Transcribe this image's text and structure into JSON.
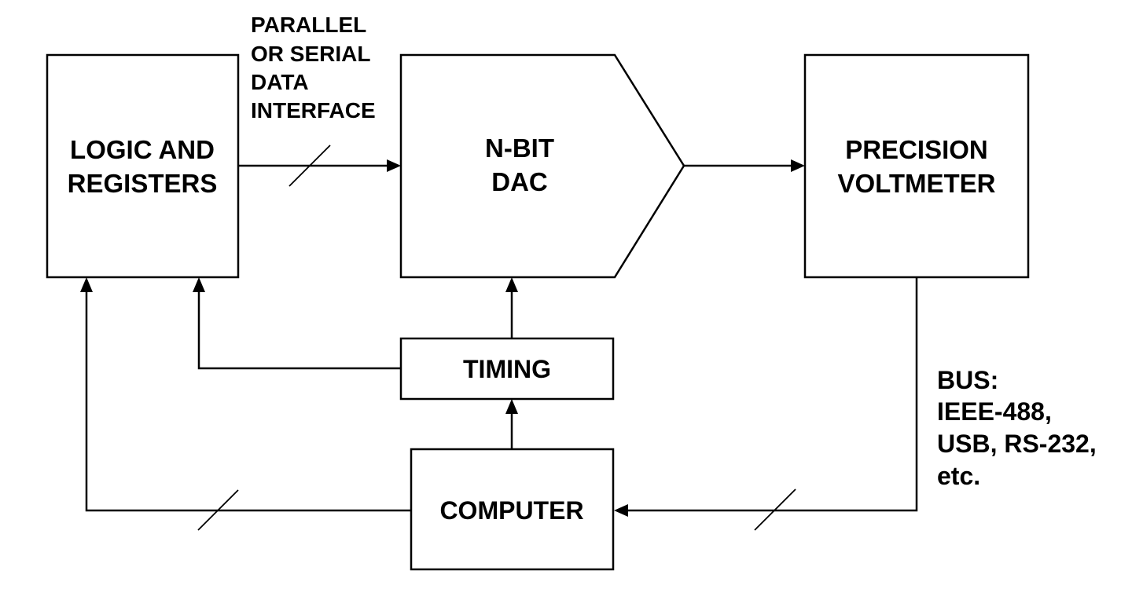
{
  "blocks": {
    "logic": {
      "line1": "LOGIC AND",
      "line2": "REGISTERS"
    },
    "dac": {
      "line1": "N-BIT",
      "line2": "DAC"
    },
    "voltmeter": {
      "line1": "PRECISION",
      "line2": "VOLTMETER"
    },
    "timing": {
      "label": "TIMING"
    },
    "computer": {
      "label": "COMPUTER"
    }
  },
  "annotations": {
    "interface": [
      "PARALLEL",
      "OR SERIAL",
      "DATA",
      "INTERFACE"
    ],
    "bus": [
      "BUS:",
      "IEEE-488,",
      "USB, RS-232,",
      "etc."
    ]
  }
}
